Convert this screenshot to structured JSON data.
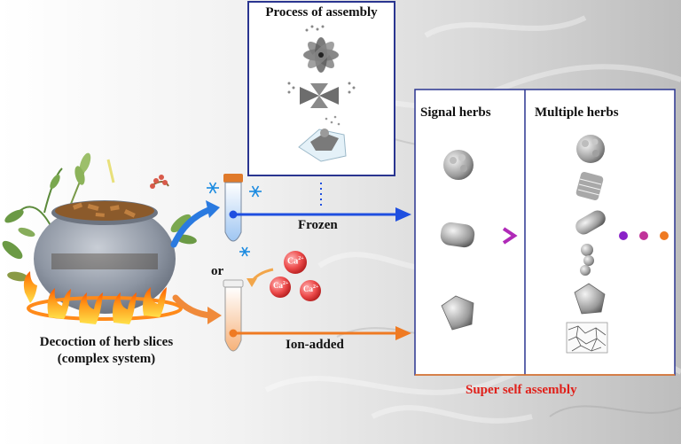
{
  "process": {
    "title": "Process of assembly"
  },
  "pot": {
    "line1": "Decoction of herb slices",
    "line2": "(complex system)"
  },
  "methods": {
    "or_label": "or",
    "frozen_label": "Frozen",
    "ion_label": "Ion-added"
  },
  "ions": {
    "symbol": "Ca",
    "charge": "2+"
  },
  "panel": {
    "left_title": "Signal herbs",
    "right_title": "Multiple herbs",
    "caption": "Super self assembly"
  },
  "colors": {
    "frozen_arrow": "#1f4fe0",
    "ion_arrow": "#ef7a22",
    "panel_border": "#2a3590",
    "caption": "#e0201a"
  }
}
